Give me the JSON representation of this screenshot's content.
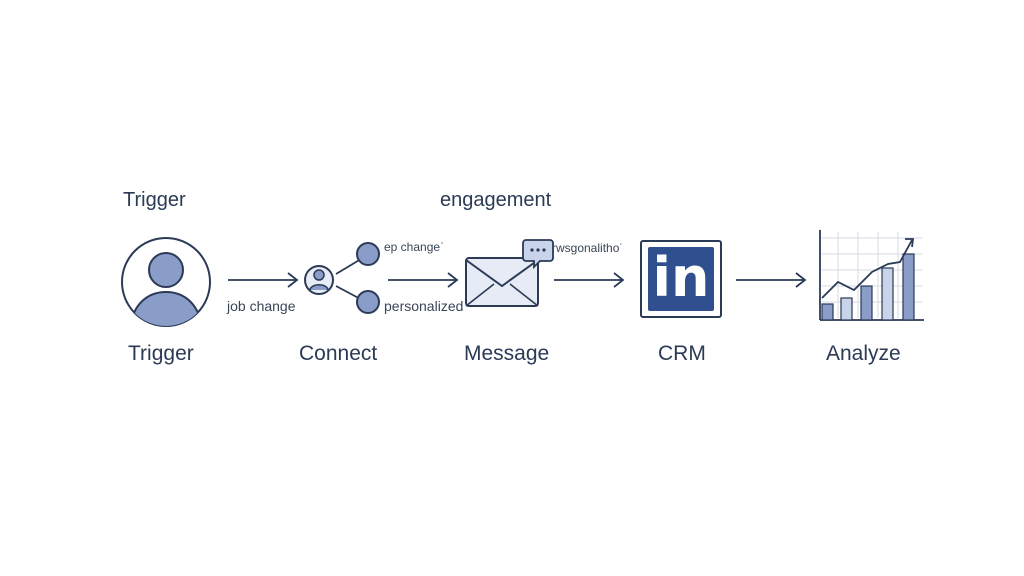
{
  "headings": {
    "top_left": "Trigger",
    "top_center": "engagement"
  },
  "stages": [
    {
      "id": "trigger",
      "label": "Trigger"
    },
    {
      "id": "connect",
      "label": "Connect"
    },
    {
      "id": "message",
      "label": "Message"
    },
    {
      "id": "crm",
      "label": "CRM"
    },
    {
      "id": "analyze",
      "label": "Analyze"
    }
  ],
  "annotations": {
    "job_change": "job change",
    "job_change_garbled": "ep changeˈ",
    "personalized": "personalized",
    "personalized_garbled": "rwsgonalitho˙"
  },
  "crm_logo_text": "in",
  "colors": {
    "line": "#2b3a55",
    "fill_light": "#8a9cc8",
    "fill_pale": "#e6ebf5",
    "brand_blue": "#2f4f8f",
    "bar_light": "#c9d3ea"
  }
}
